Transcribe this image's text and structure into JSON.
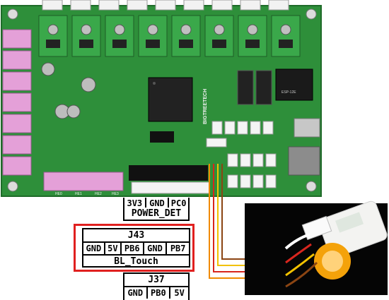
{
  "board": {
    "brand_silkscreen": "BIGTREETECH",
    "wifi_module_text": "ESP-12E",
    "heater_labels": [
      "HE0",
      "HE1",
      "HE2",
      "HE3"
    ]
  },
  "connectors": {
    "partial_top_row": [
      "3V3",
      "GND",
      "PC0"
    ],
    "power_det_label": "POWER_DET",
    "j43": {
      "designator": "J43",
      "pins": [
        "GND",
        "5V",
        "PB6",
        "GND",
        "PB7"
      ],
      "function": "BL_Touch"
    },
    "j37": {
      "designator": "J37",
      "pins": [
        "GND",
        "PB0",
        "5V"
      ]
    }
  },
  "colors": {
    "pcb": "#2e8f3a",
    "highlight": "#e0201f",
    "connector_pink": "#e4a0d8",
    "wire_brown": "#8b4513",
    "wire_red": "#d7261e",
    "wire_yellow": "#f2c200",
    "wire_orange": "#f08a00"
  },
  "icons": [
    "stepper-driver-icon",
    "mcu-chip-icon",
    "wifi-module-icon",
    "bltouch-probe-icon"
  ]
}
